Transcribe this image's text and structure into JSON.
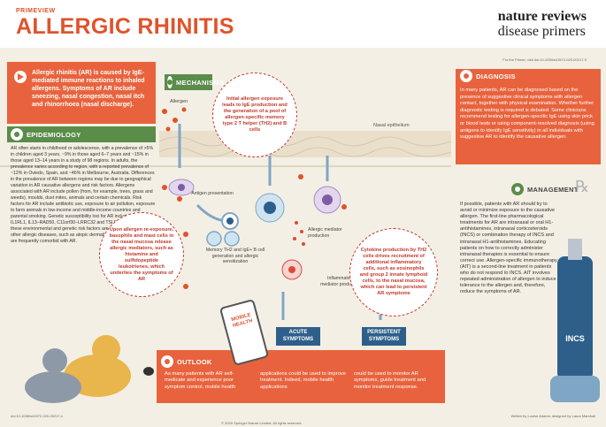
{
  "header": {
    "label": "PRIMEVIEW",
    "title": "ALLERGIC RHINITIS",
    "brand_line1": "nature reviews",
    "brand_line2": "disease primers",
    "citation": "For the Primer, visit doi:10.1038/s41572-020-00217-9"
  },
  "intro": "Allergic rhinitis (AR) is caused by IgE-mediated immune reactions to inhaled allergens. Symptoms of AR include sneezing, nasal congestion, nasal itch and rhinorrhoea (nasal discharge).",
  "epidemiology": {
    "heading": "EPIDEMIOLOGY",
    "text": "AR often starts in childhood or adolescence, with a prevalence of >5% in children aged 3 years, ~9% in those aged 6–7 years and ~15% in those aged 13–14 years in a study of 98 regions. In adults, the prevalence varies according to region, with a reported prevalence of ~12% in Oviedo, Spain, and ~46% in Melbourne, Australia. Differences in the prevalence of AR between regions may be due to geographical variation in AR causative allergens and risk factors. Allergens associated with AR include pollen (from, for example, trees, grass and weeds), moulds, dust mites, animals and certain chemicals. Risk factors for AR include antibiotic use, exposure to air pollution, exposure to farm animals in low-income and middle-income countries and parental smoking. Genetic susceptibility loci for AR include IL33, IL1RL1, IL13–RAD50, C11orf30–LRRC32 and TSLP. Of note, many of these environmental and genetic risk factors are also risk factors for other allergic diseases, such as atopic dermatitis and asthma, which are frequently comorbid with AR."
  },
  "mechanisms": {
    "heading": "MECHANISMS",
    "bubble1": "Initial allergen exposure leads to IgE production and the generation of a pool of allergen-specific memory type 2 T helper (TH2) and B cells",
    "bubble2": "Upon allergen re-exposure, basophils and mast cells in the nasal mucosa release allergic mediators, such as histamine and sulfidopeptide leukotrienes, which underlies the symptoms of AR",
    "bubble3": "Cytokine production by TH2 cells drives recruitment of additional inflammatory cells, such as eosinophils and group 2 innate lymphoid cells, to the nasal mucosa, which can lead to persistent AR symptoms",
    "allergen_label": "Allergen",
    "epithelium_label": "Nasal epithelium",
    "apc_label": "Antigen presentation",
    "memory_label": "Memory TH2 and IgE+ B cell generation and allergic sensitization",
    "mediator_label": "Allergic mediator production",
    "inflammatory_label": "Inflammatory mediator production",
    "acute": "ACUTE SYMPTOMS",
    "persistent": "PERSISTENT SYMPTOMS"
  },
  "diagnosis": {
    "heading": "DIAGNOSIS",
    "text": "In many patients, AR can be diagnosed based on the presence of suggestive clinical symptoms with allergen contact, together with physical examination. Whether further diagnostic testing is required is debated. Some clinicians recommend testing for allergen-specific IgE using skin prick or blood tests or using component-resolved diagnosis (using antigens to identify IgE sensitivity) in all individuals with suggestive AR to identify the causative allergen."
  },
  "management": {
    "heading": "MANAGEMENT",
    "rx": "℞",
    "text": "If possible, patients with AR should try to avoid or minimize exposure to the causative allergen. The first-line pharmacological treatments for AR are intranasal or oral H1-antihistamines, intranasal corticosteroids (INCS) or combination therapy of INCS and intranasal H1-antihistamines. Educating patients on how to correctly administer intranasal therapies is essential to ensure correct use. Allergen-specific immunotherapy (AIT) is a second-line treatment in patients who do not respond to INCS. AIT involves repeated administration of allergen to induce tolerance to the allergen and, therefore, reduce the symptoms of AR.",
    "inhaler_label": "INCS"
  },
  "outlook": {
    "heading": "OUTLOOK",
    "col1": "As many patients with AR self-medicate and experience poor symptom control, mobile health",
    "col2": "applications could be used to improve treatment. Indeed, mobile health applications",
    "col3": "could be used to monitor AR symptoms, guide treatment and monitor treatment response.",
    "phone_label": "MOBILE HEALTH"
  },
  "footer": {
    "doi": "doi:10.1038/s41572-020-00217-x",
    "credits": "Written by Louise Adams; designed by Laura Marshall",
    "copyright": "© 2020 Springer Nature Limited. All rights reserved."
  },
  "colors": {
    "accent": "#e8633d",
    "green": "#5a8c4a",
    "navy": "#2e5f8a",
    "background": "#f4efe4"
  }
}
